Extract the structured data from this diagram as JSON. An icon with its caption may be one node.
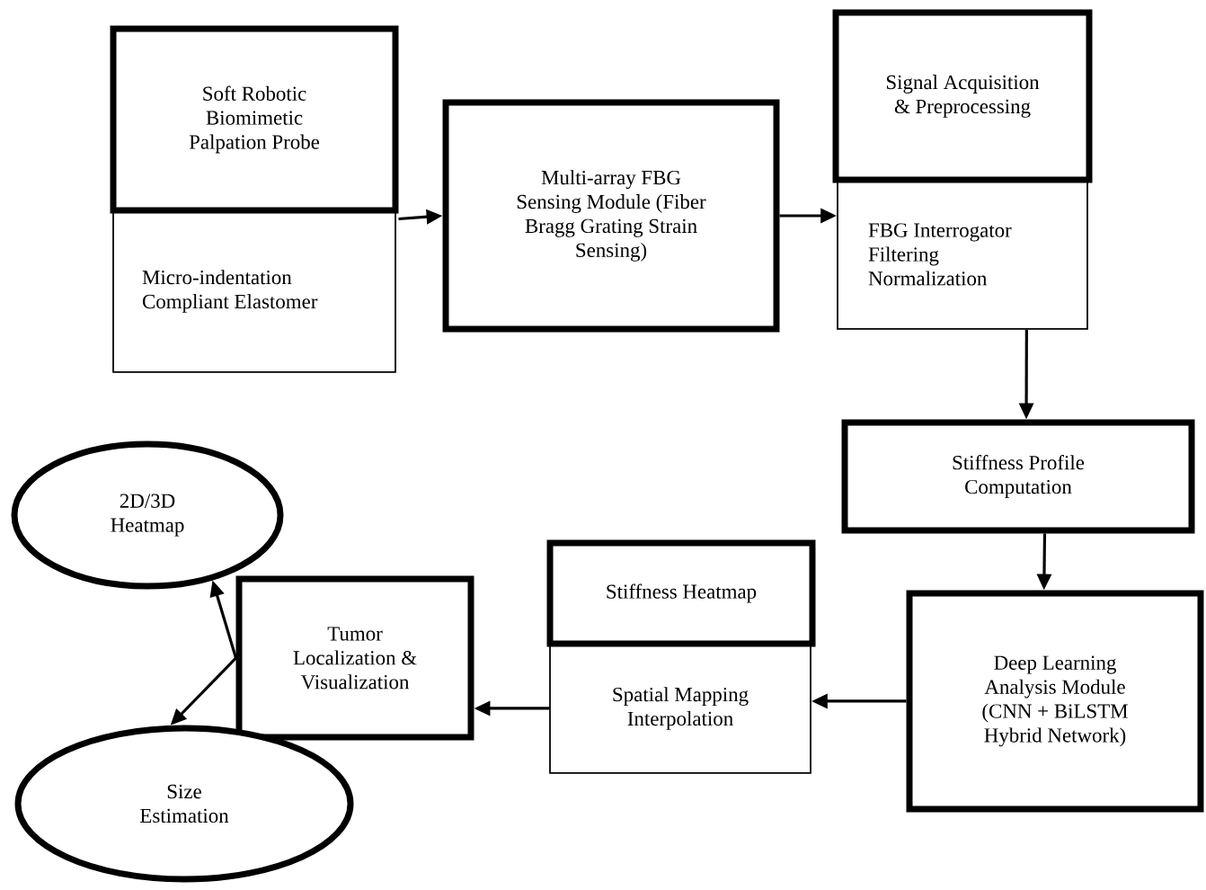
{
  "diagram": {
    "nodes": [
      {
        "text": [
          "Soft Robotic Biomimetic Palpation Probe"
        ]
      },
      {
        "text": [
          "Micro-indentation Compliant Elastomer"
        ]
      },
      {
        "text": [
          "Multi-array FBG Sensing Module (Fiber Bragg Grating Strain Sensing)"
        ]
      },
      {
        "text": [
          "Signal Acquisition & Preprocessing"
        ]
      },
      {
        "text": [
          "FBG Interrogator Filtering Normalization"
        ]
      },
      {
        "text": [
          "Stiffness Profile Computation"
        ]
      },
      {
        "text": [
          "Deep Learning Analysis Module (CNN + BiLSTM Hybrid Network)"
        ]
      },
      {
        "text": [
          "Stiffness Heatmap"
        ]
      },
      {
        "text": [
          "Spatial Mapping Interpolation"
        ]
      },
      {
        "text": [
          "Tumor Localization & Visualization"
        ]
      },
      {
        "text": [
          "2D/3D Heatmap"
        ]
      },
      {
        "text": [
          "Size Estimation"
        ]
      }
    ],
    "edges": [
      {
        "from": 0,
        "to": 2,
        "arrow": "to"
      },
      {
        "from": 2,
        "to": 4,
        "arrow": "to"
      },
      {
        "from": 4,
        "to": 5,
        "arrow": "to"
      },
      {
        "from": 5,
        "to": 6,
        "arrow": "to"
      },
      {
        "from": 6,
        "to": 8,
        "arrow": "to"
      },
      {
        "from": 8,
        "to": 9,
        "arrow": "to"
      },
      {
        "from": 9,
        "to": 10,
        "arrow": "to"
      },
      {
        "from": 9,
        "to": 11,
        "arrow": "to"
      }
    ]
  }
}
